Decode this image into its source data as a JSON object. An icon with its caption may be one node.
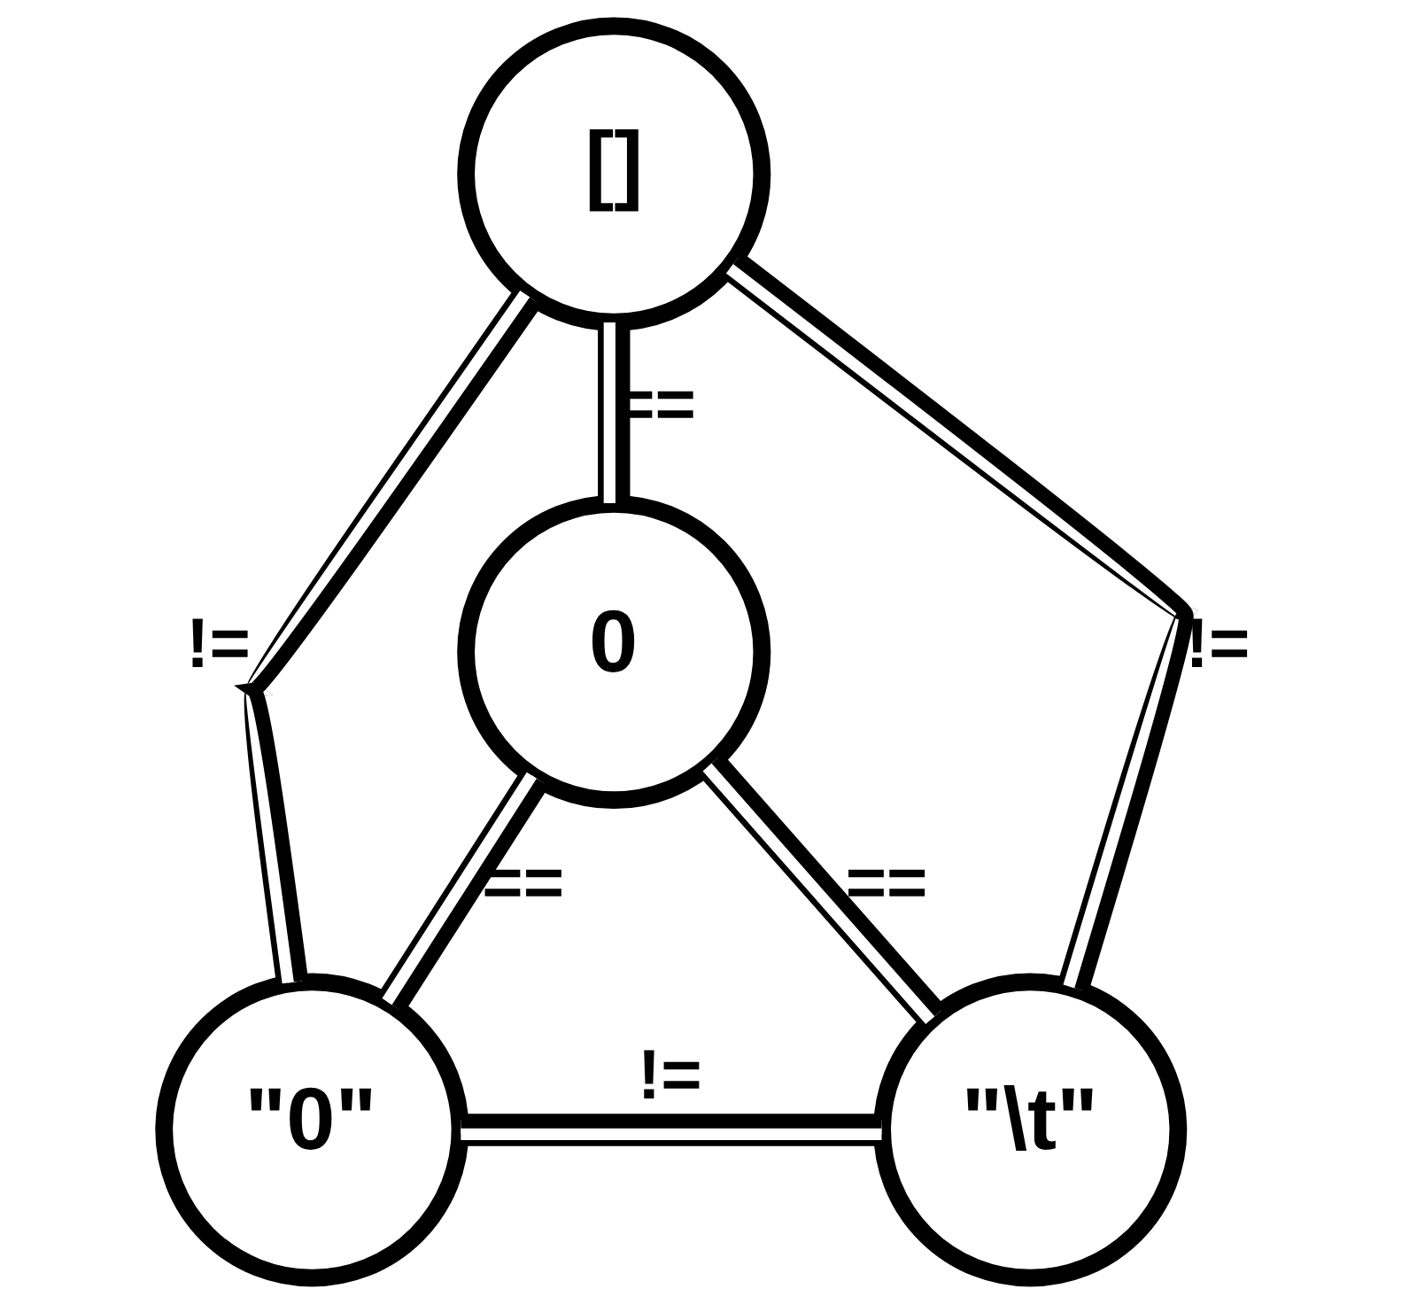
{
  "diagram": {
    "nodes": [
      {
        "text": [
          "[]"
        ]
      },
      {
        "text": [
          "0"
        ]
      },
      {
        "text": [
          "\"0\""
        ]
      },
      {
        "text": [
          "\"\\t\""
        ]
      }
    ],
    "edges": [
      {
        "from": 0,
        "to": 1,
        "arrow": "none",
        "label": "=="
      },
      {
        "from": 0,
        "to": 2,
        "arrow": "none",
        "label": "!="
      },
      {
        "from": 0,
        "to": 3,
        "arrow": "none",
        "label": "!="
      },
      {
        "from": 1,
        "to": 2,
        "arrow": "none",
        "label": "=="
      },
      {
        "from": 1,
        "to": 3,
        "arrow": "none",
        "label": "=="
      },
      {
        "from": 2,
        "to": 3,
        "arrow": "none",
        "label": "!="
      }
    ]
  }
}
